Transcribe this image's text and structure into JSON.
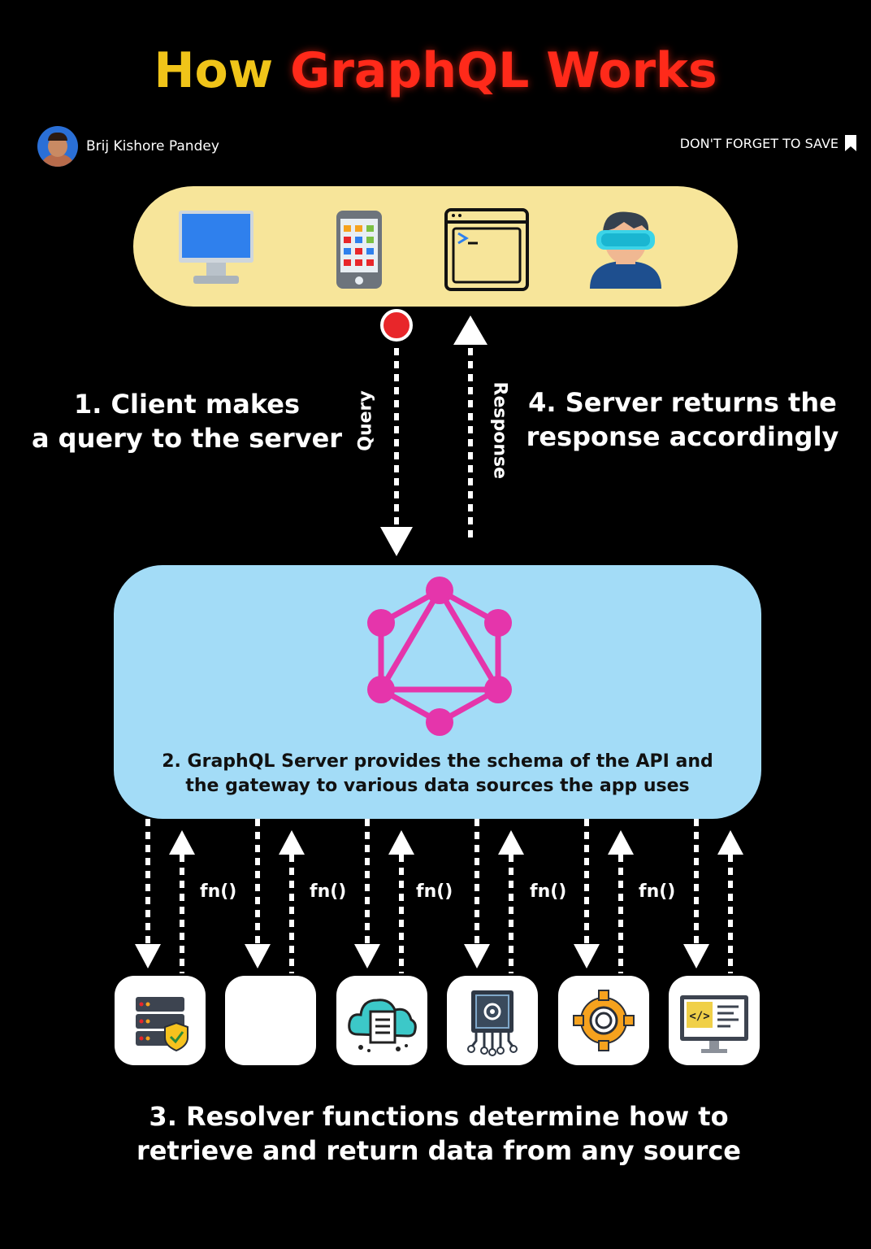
{
  "title": {
    "part1": "How",
    "part2": "GraphQL Works"
  },
  "author": {
    "name": "Brij Kishore Pandey"
  },
  "save_banner": {
    "text": "DON'T FORGET TO SAVE"
  },
  "flow": {
    "query_label": "Query",
    "response_label": "Response"
  },
  "steps": {
    "step1_line1": "1. Client makes",
    "step1_line2": "a query to the server",
    "step4_line1": "4. Server returns the",
    "step4_line2": "response accordingly",
    "step2_line1": "2. GraphQL Server provides the schema of the API and",
    "step2_line2": "the gateway to various data sources the app uses",
    "step3_line1": "3. Resolver functions determine how to",
    "step3_line2": "retrieve and return data from any source"
  },
  "resolvers": {
    "labels": [
      "fn()",
      "fn()",
      "fn()",
      "fn()",
      "fn()"
    ]
  },
  "clients": [
    "desktop-icon",
    "mobile-phone-icon",
    "terminal-window-icon",
    "vr-headset-user-icon"
  ],
  "data_sources": [
    "secure-database-server-icon",
    "blank",
    "cloud-document-icon",
    "microchip-icon",
    "gear-icon",
    "code-monitor-icon"
  ],
  "colors": {
    "title_yellow": "#f0c419",
    "title_red": "#ff2a1a",
    "client_bar": "#f7e59a",
    "server_box": "#a3dcf7",
    "graphql_pink": "#e535ab",
    "query_dot": "#e8262a"
  }
}
